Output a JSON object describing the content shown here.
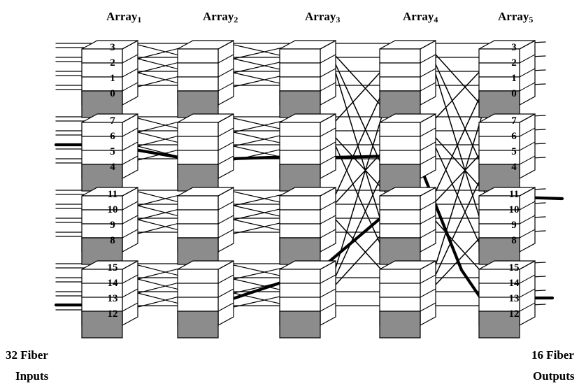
{
  "arrays": [
    {
      "name": "Array",
      "sub": "1"
    },
    {
      "name": "Array",
      "sub": "2"
    },
    {
      "name": "Array",
      "sub": "3"
    },
    {
      "name": "Array",
      "sub": "4"
    },
    {
      "name": "Array",
      "sub": "5"
    }
  ],
  "array1_ports": [
    [
      "3",
      "2",
      "1",
      "0"
    ],
    [
      "7",
      "6",
      "5",
      "4"
    ],
    [
      "11",
      "10",
      "9",
      "8"
    ],
    [
      "15",
      "14",
      "13",
      "12"
    ]
  ],
  "array5_ports": [
    [
      "3",
      "2",
      "1",
      "0"
    ],
    [
      "7",
      "6",
      "5",
      "4"
    ],
    [
      "11",
      "10",
      "9",
      "8"
    ],
    [
      "15",
      "14",
      "13",
      "12"
    ]
  ],
  "footer": {
    "left_line1": "32 Fiber",
    "left_line2": "Inputs",
    "right_line1": "16 Fiber",
    "right_line2": "Outputs"
  },
  "colors": {
    "module_top": "#ffffff",
    "module_side": "#ffffff",
    "module_base": "#8c8c8c",
    "line": "#000000"
  }
}
